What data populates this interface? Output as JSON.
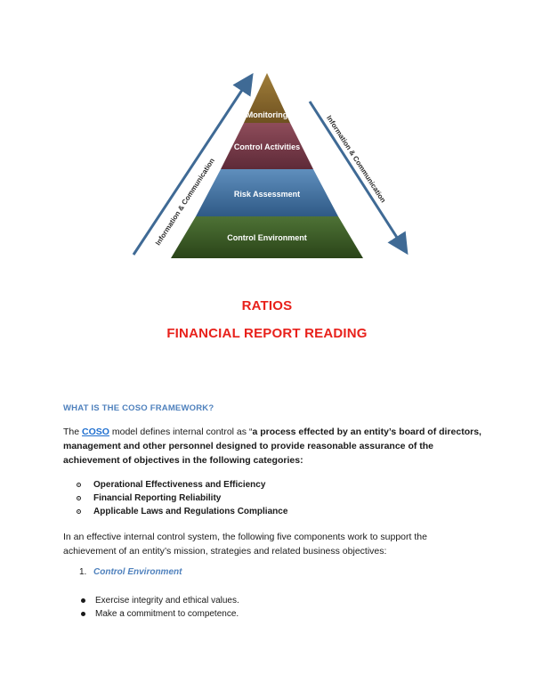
{
  "diagram": {
    "levels": [
      "Monitoring",
      "Control Activities",
      "Risk Assessment",
      "Control Environment"
    ],
    "side_label_left": "Information & Communication",
    "side_label_right": "Information & Communication",
    "colors": {
      "monitoring": "#8a6a2a",
      "control_activities": "#7a3a4a",
      "risk_assessment": "#3f6f9a",
      "control_environment": "#3a5a2a",
      "arrow": "#3f6a95"
    }
  },
  "titles": {
    "line1": "RATIOS",
    "line2": "FINANCIAL REPORT READING"
  },
  "section": {
    "heading": "WHAT IS THE COSO FRAMEWORK?",
    "intro_prefix": "The ",
    "intro_link": "COSO",
    "intro_mid": " model defines internal control as “",
    "intro_bold": "a process effected by an entity’s board of directors, management and other personnel designed to provide reasonable assurance of the achievement of objectives in the following categories:",
    "categories": [
      "Operational Effectiveness and Efficiency",
      "Financial Reporting Reliability",
      "Applicable Laws and Regulations Compliance"
    ],
    "five_components": "In an effective internal control system, the following five components work to support the achievement of an entity’s mission, strategies and related business objectives:",
    "numbered_item": {
      "number": "1.",
      "title": "Control Environment"
    },
    "bullets": [
      "Exercise integrity and ethical values.",
      "Make a commitment to competence."
    ]
  }
}
